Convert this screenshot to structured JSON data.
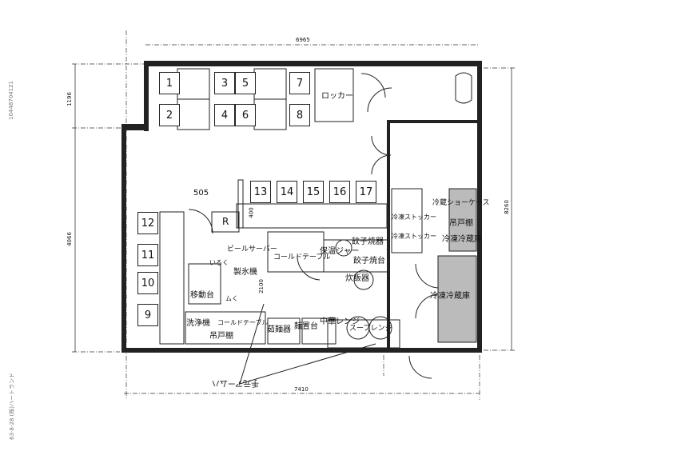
{
  "dimensions": {
    "top_width": "6965",
    "left_upper": "1196",
    "left_lower": "4066",
    "right_height": "8260",
    "bottom_width": "7410",
    "counter_gap": "505",
    "counter_depth": "400",
    "kitchen_width": "2100"
  },
  "seats": [
    "1",
    "2",
    "3",
    "4",
    "5",
    "6",
    "7",
    "8",
    "9",
    "10",
    "11",
    "12",
    "13",
    "14",
    "15",
    "16",
    "17"
  ],
  "labels": {
    "locker": "ロッカー",
    "refrigerator_marker": "R",
    "beer_server": "ビールサーバー",
    "ice_maker": "製氷機",
    "cold_table": "コールドテーブル",
    "warming_jar": "保温ジャー",
    "gyoza_cooker": "餃子焼器",
    "gyoza_stand": "餃子焼台",
    "rice_cooker": "炊飯器",
    "mobile_table": "移動台",
    "washer": "洗浄機",
    "cold_table_2": "コールドテーブル",
    "hanging_cabinet": "吊戸棚",
    "noodle_boiler": "茹麺器",
    "noodle_table": "麺置台",
    "mid_range": "中華レンジ",
    "soup_range": "スープレンジ",
    "freezer_stocker_1": "冷凍ストッカー",
    "freezer_stocker_2": "冷凍ストッカー",
    "refrigerated_showcase": "冷蔵ショーケース",
    "hanging_cabinet_2": "吊戸棚",
    "freezer_fridge_1": "冷凍冷蔵庫",
    "freezer_fridge_2": "冷凍冷蔵庫",
    "note_hand_arm": "手元アームハ",
    "note_1": "いるく",
    "note_2": "ムく"
  },
  "margin": {
    "fax_id": "10448704121",
    "fax_header": "63-8-28 (株)ハートランド"
  }
}
